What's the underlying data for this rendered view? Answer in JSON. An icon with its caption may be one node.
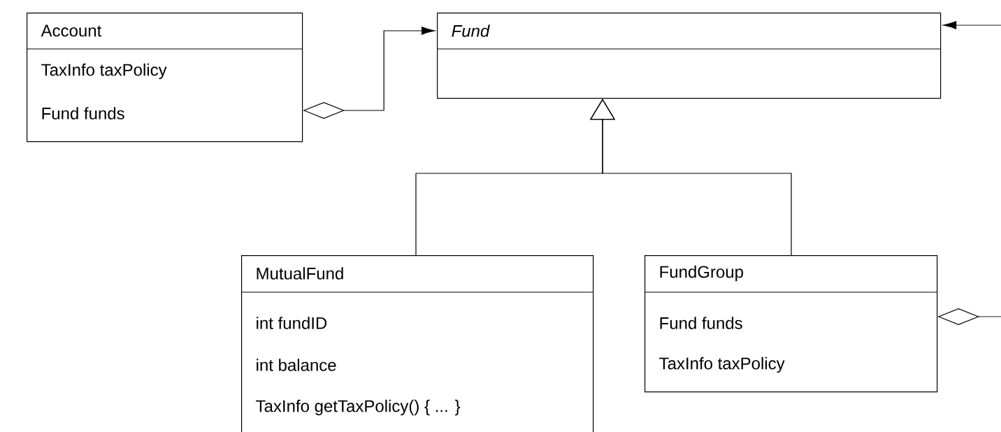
{
  "diagram": {
    "nodes": [
      {
        "text": [
          "Account",
          "TaxInfo taxPolicy",
          "Fund funds"
        ]
      },
      {
        "text": [
          "Fund"
        ]
      },
      {
        "text": [
          "MutualFund",
          "int fundID",
          "int balance",
          "TaxInfo getTaxPolicy() { ... }"
        ]
      },
      {
        "text": [
          "FundGroup",
          "Fund funds",
          "TaxInfo taxPolicy"
        ]
      }
    ],
    "edges": [
      {
        "from": 0,
        "to": 1,
        "arrow": "to"
      },
      {
        "from": 2,
        "to": 1,
        "arrow": "to"
      },
      {
        "from": 3,
        "to": 1,
        "arrow": "to"
      },
      {
        "from": 3,
        "to": 1,
        "arrow": "to"
      }
    ]
  }
}
